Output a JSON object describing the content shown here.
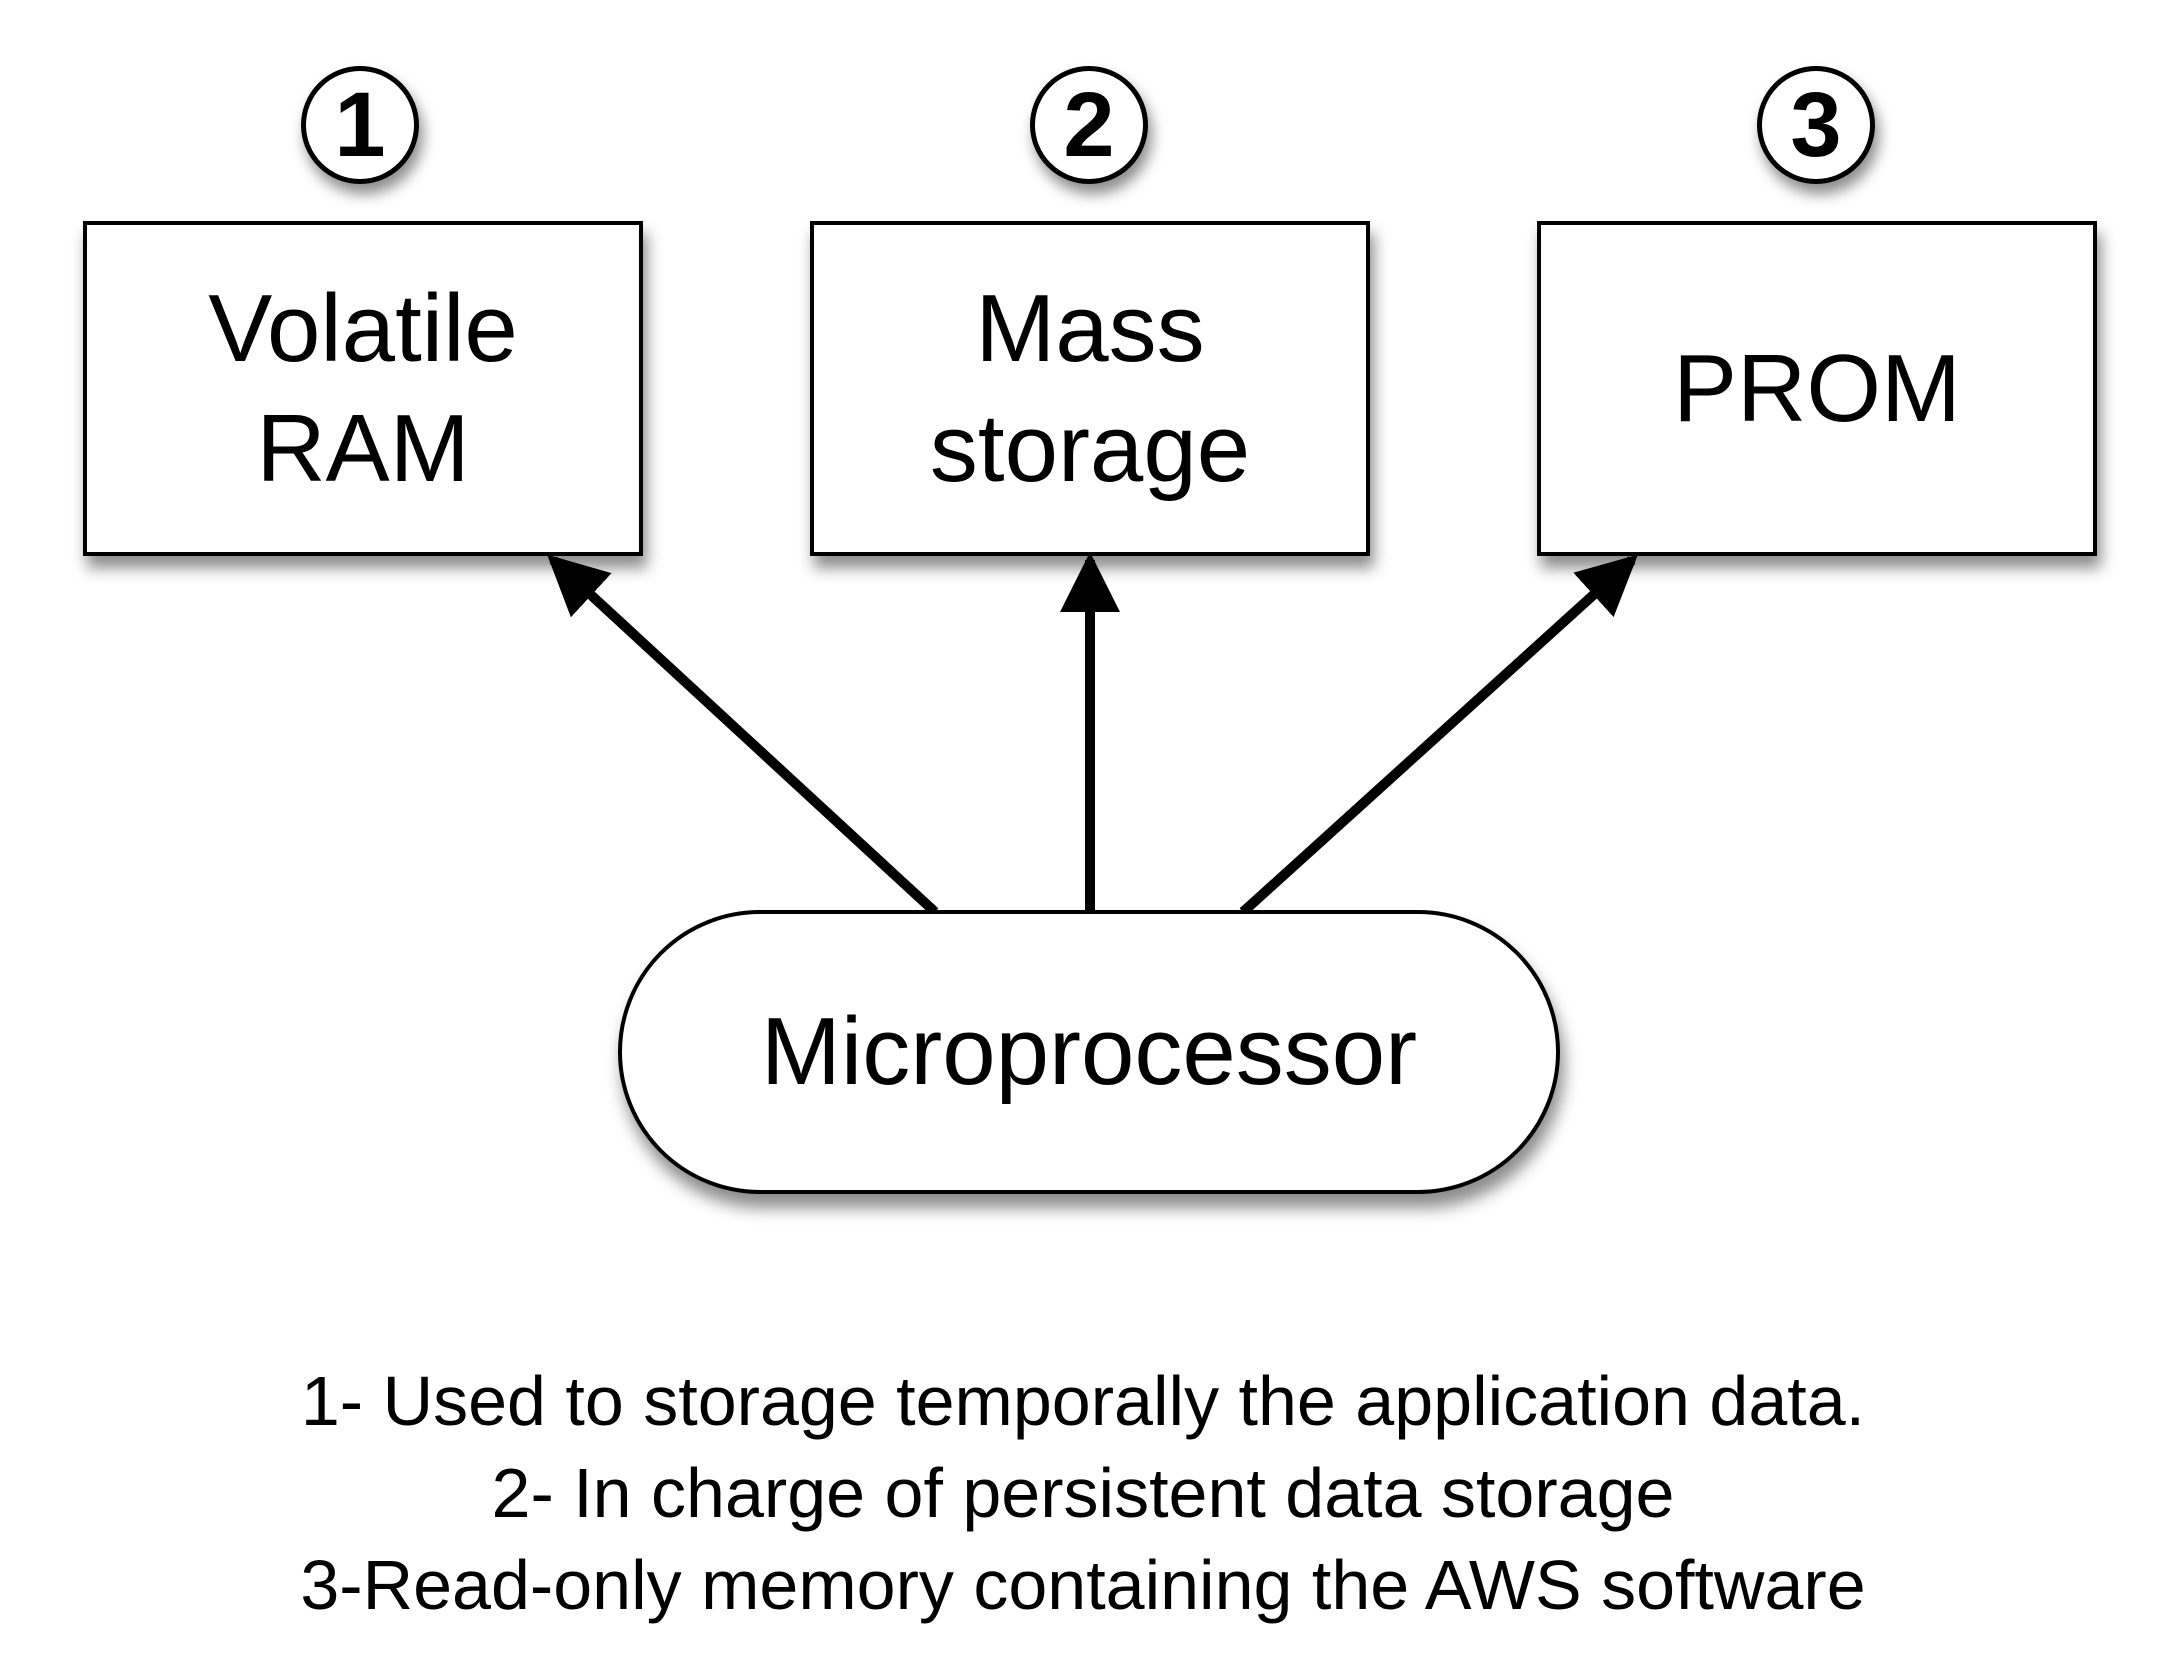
{
  "badges": [
    {
      "number": "1"
    },
    {
      "number": "2"
    },
    {
      "number": "3"
    }
  ],
  "boxes": [
    {
      "lines": [
        "Volatile",
        "RAM"
      ]
    },
    {
      "lines": [
        "Mass",
        "storage"
      ]
    },
    {
      "lines": [
        "PROM"
      ]
    }
  ],
  "processor": {
    "label": "Microprocessor"
  },
  "notes": [
    "1- Used to storage temporally the application data.",
    "2- In charge of persistent data storage",
    "3-Read-only memory containing the AWS software"
  ],
  "colors": {
    "stroke": "#000000",
    "background": "#ffffff"
  }
}
